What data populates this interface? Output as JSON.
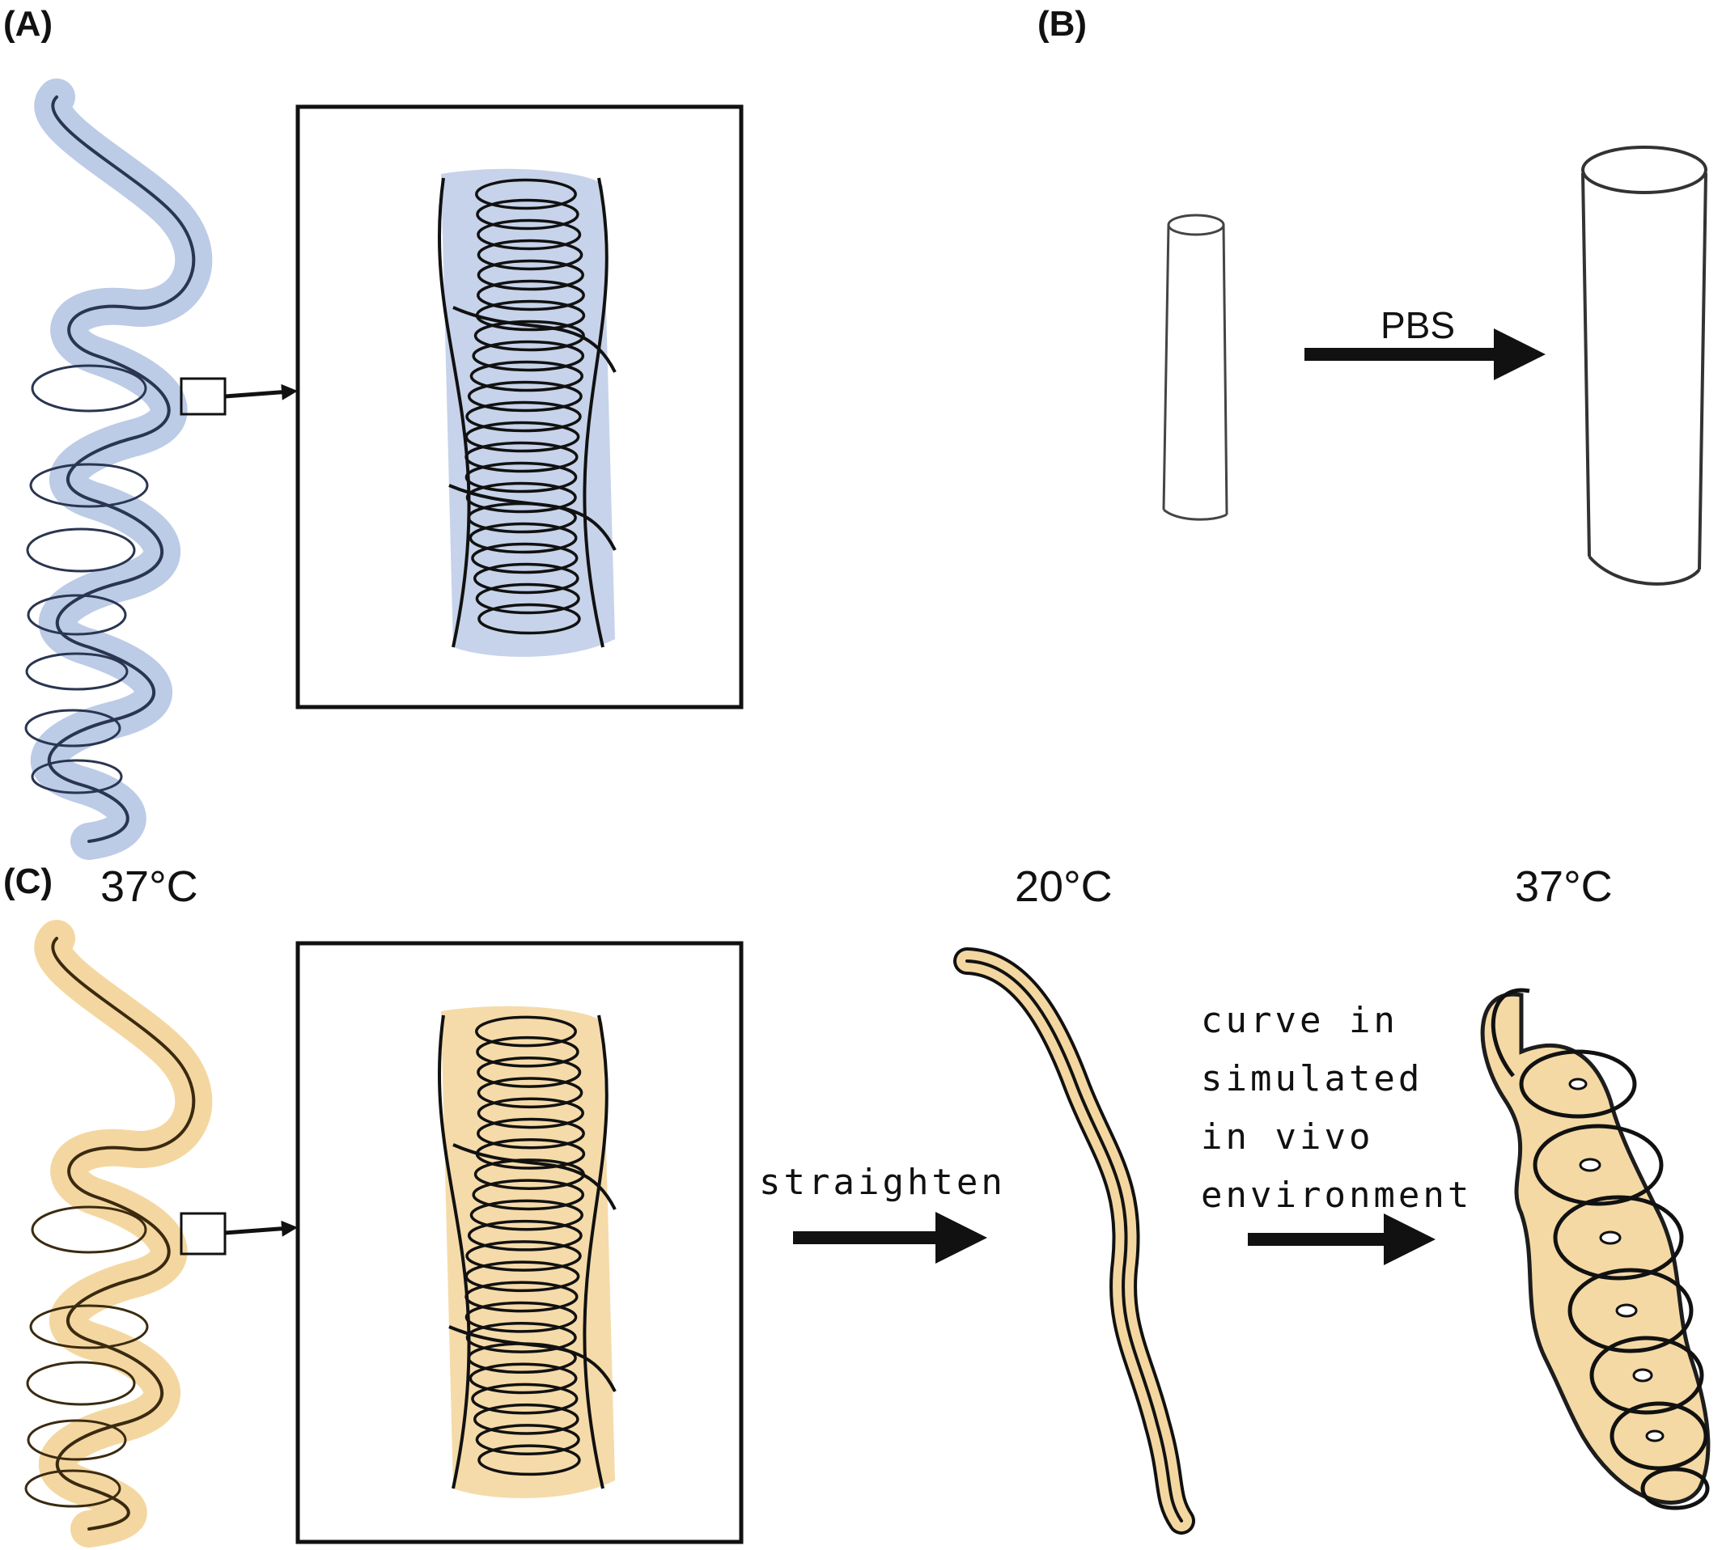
{
  "panels": {
    "a": {
      "label": "(A)"
    },
    "b": {
      "label": "(B)",
      "arrow_label": "PBS"
    },
    "c": {
      "label": "(C)",
      "temp_start": "37°C",
      "temp_mid": "20°C",
      "temp_end": "37°C",
      "straighten_label": "straighten",
      "curve_label": [
        "curve in",
        "simulated",
        "in vivo",
        "environment"
      ]
    }
  },
  "colors": {
    "blue_fill": "#bccbe6",
    "yellow_fill": "#f4d7a0",
    "outline": "#111111"
  }
}
